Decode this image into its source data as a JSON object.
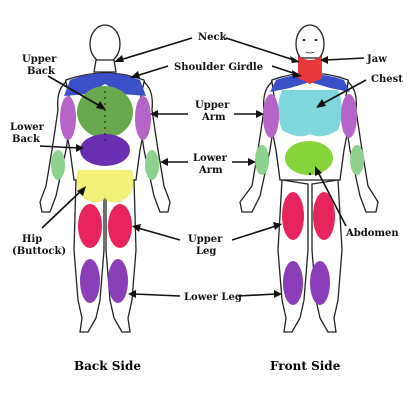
{
  "labels": {
    "neck": "Neck",
    "jaw": "Jaw",
    "shoulder_girdle": "Shoulder Girdle",
    "chest": "Chest",
    "upper_back_1": "Upper",
    "upper_back_2": "Back",
    "upper_arm_1": "Upper",
    "upper_arm_2": "Arm",
    "lower_back_1": "Lower",
    "lower_back_2": "Back",
    "lower_arm_1": "Lower",
    "lower_arm_2": "Arm",
    "hip_1": "Hip",
    "hip_2": "(Buttock)",
    "abdomen": "Abdomen",
    "upper_leg_1": "Upper",
    "upper_leg_2": "Leg",
    "lower_leg": "Lower Leg"
  },
  "captions": {
    "back": "Back Side",
    "front": "Front Side"
  },
  "colors": {
    "shoulder_girdle": "#3b4fc8",
    "upper_back": "#6aa84f",
    "upper_arm": "#b565c8",
    "lower_back": "#6a2fb0",
    "lower_arm": "#8fd18f",
    "hip": "#f3f07a",
    "upper_leg": "#e8245e",
    "lower_leg": "#8a3fb8",
    "neck_jaw": "#e8383a",
    "chest": "#7fd6dd",
    "abdomen": "#86d43a"
  }
}
